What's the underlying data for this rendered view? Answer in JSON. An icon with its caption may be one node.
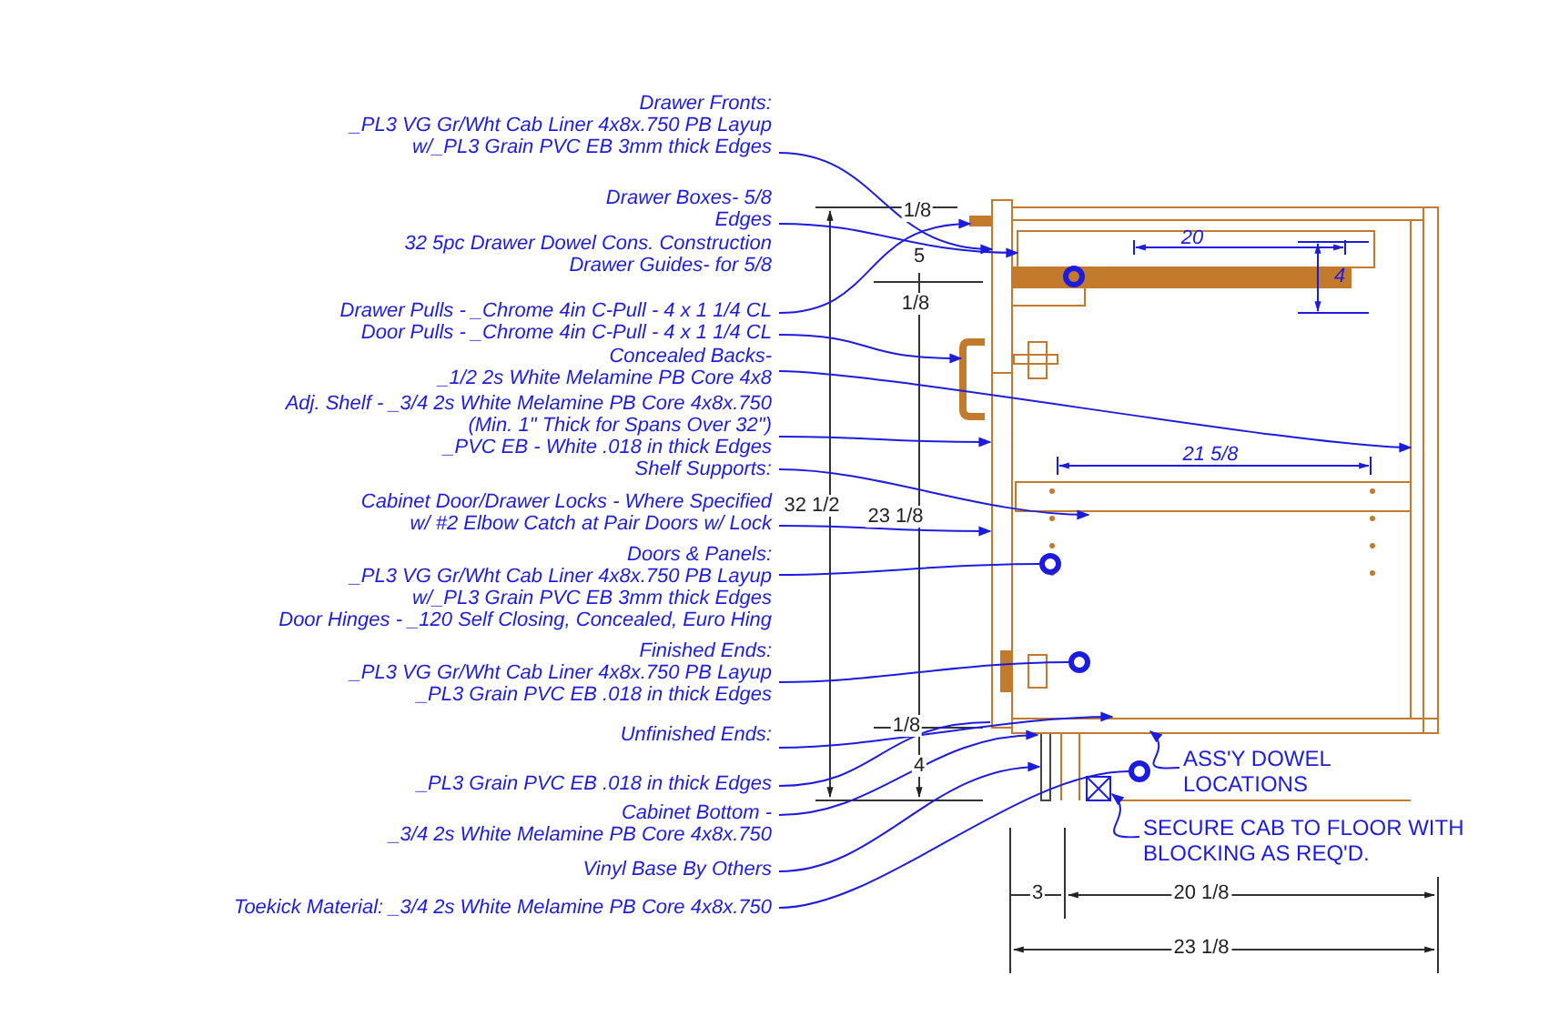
{
  "diagram": {
    "nodes": [
      {
        "text": [
          "Drawer Fronts:",
          "_PL3 VG Gr/Wht Cab Liner 4x8x.750 PB Layup",
          "w/_PL3 Grain PVC EB 3mm thick Edges"
        ]
      },
      {
        "text": [
          "Drawer Boxes- 5/8",
          "Edges"
        ]
      },
      {
        "text": [
          "Drawer Pulls - _Chrome 4in C-Pull - 4 x 1 1/4 CL"
        ]
      },
      {
        "text": [
          "Door Pulls - _Chrome 4in C-Pull - 4 x 1 1/4 CL"
        ]
      },
      {
        "text": [
          "Concealed Backs-",
          "_1/2 2s White Melamine PB Core 4x8"
        ]
      },
      {
        "text": [
          "Adj. Shelf - _3/4 2s White Melamine PB Core 4x8x.750",
          "(Min. 1\" Thick for Spans Over 32\")",
          "_PVC EB - White .018 in thick  Edges"
        ]
      },
      {
        "text": [
          "Shelf Supports:"
        ]
      },
      {
        "text": [
          "Cabinet Door/Drawer Locks - Where Specified",
          "w/ #2 Elbow Catch at Pair Doors w/ Lock"
        ]
      },
      {
        "text": [
          "Doors & Panels:",
          "_PL3 VG Gr/Wht Cab Liner 4x8x.750 PB Layup",
          "w/_PL3 Grain PVC EB 3mm thick Edges",
          "Door Hinges - _120 Self Closing, Concealed, Euro Hing"
        ]
      },
      {
        "text": [
          "Finished Ends:",
          "_PL3 VG Gr/Wht Cab Liner 4x8x.750 PB Layup",
          "_PL3 Grain PVC EB .018 in thick Edges"
        ]
      },
      {
        "text": [
          "Unfinished Ends:"
        ]
      },
      {
        "text": [
          "_PL3 Grain PVC EB .018 in thick Edges"
        ]
      },
      {
        "text": [
          "Cabinet Bottom -",
          "_3/4 2s White Melamine PB Core 4x8x.750"
        ]
      },
      {
        "text": [
          "Vinyl Base By Others"
        ]
      },
      {
        "text": [
          "Toekick Material: _3/4 2s White Melamine PB Core 4x8x.750"
        ]
      },
      {
        "text": [
          "ASS'Y DOWEL LOCATIONS"
        ]
      },
      {
        "text": [
          "SECURE CAB TO FLOOR WITH BLOCKING AS REQ'D."
        ]
      },
      {
        "text": [],
        "shape": "circle"
      },
      {
        "text": [],
        "shape": "circle"
      },
      {
        "text": [],
        "shape": "circle"
      },
      {
        "text": [],
        "shape": "circle"
      },
      {
        "text": [],
        "shape": "bar"
      },
      {
        "text": [],
        "shape": "box"
      },
      {
        "text": [],
        "shape": "box"
      },
      {
        "text": [],
        "shape": "box"
      },
      {
        "text": [],
        "shape": "bar"
      },
      {
        "text": [],
        "shape": "bar"
      },
      {
        "text": [],
        "shape": "box"
      },
      {
        "text": [],
        "shape": "box"
      },
      {
        "text": [],
        "shape": "bar"
      },
      {
        "text": [],
        "shape": "bar"
      }
    ],
    "edges": [
      {
        "from": 0,
        "to": 23,
        "arrow": "to"
      },
      {
        "from": 1,
        "to": 24,
        "arrow": "to"
      },
      {
        "from": 2,
        "to": 30,
        "arrow": "to"
      },
      {
        "from": 3,
        "to": 25,
        "arrow": "to"
      },
      {
        "from": 4,
        "to": 26,
        "arrow": "to"
      },
      {
        "from": 5,
        "to": 28,
        "arrow": "to"
      },
      {
        "from": 6,
        "to": 27,
        "arrow": "to"
      },
      {
        "from": 7,
        "to": 28,
        "arrow": "to"
      },
      {
        "from": 8,
        "to": 18,
        "arrow": "none"
      },
      {
        "from": 9,
        "to": 19,
        "arrow": "none"
      },
      {
        "from": 10,
        "to": 29,
        "arrow": "to"
      },
      {
        "from": 11,
        "to": 28,
        "arrow": "none"
      },
      {
        "from": 12,
        "to": 29,
        "arrow": "to"
      },
      {
        "from": 13,
        "to": 21,
        "arrow": "to"
      },
      {
        "from": 14,
        "to": 20,
        "arrow": "none"
      },
      {
        "from": 15,
        "to": null,
        "arrow": "to"
      },
      {
        "from": 16,
        "to": 22,
        "arrow": "to"
      }
    ],
    "labels": [
      "32 5pc Drawer Dowel Cons. Construction",
      "Drawer Guides- for 5/8",
      "1/8",
      "5",
      "20",
      "4",
      "1/8",
      "32 1/2",
      "23 1/8",
      "21 5/8",
      "1/8",
      "4",
      "3",
      "20 1/8",
      "23 1/8"
    ]
  }
}
